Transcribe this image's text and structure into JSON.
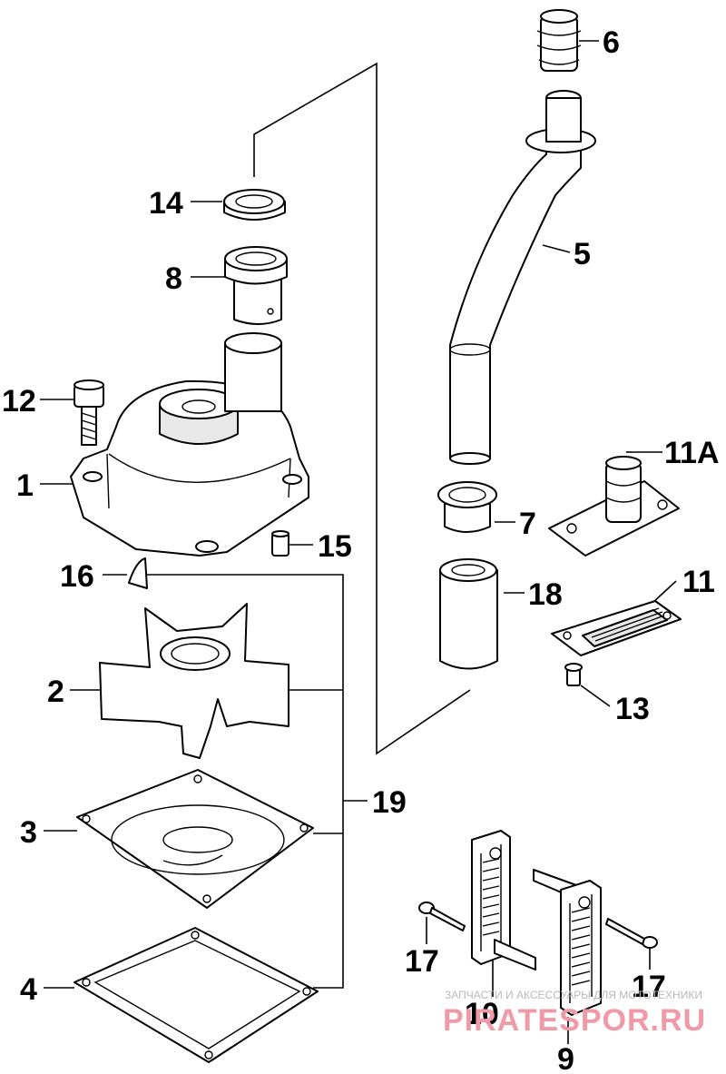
{
  "callouts": {
    "c1": "1",
    "c2": "2",
    "c3": "3",
    "c4": "4",
    "c5": "5",
    "c6": "6",
    "c7": "7",
    "c8": "8",
    "c9": "9",
    "c10": "10",
    "c11": "11",
    "c11a": "11A",
    "c12": "12",
    "c13": "13",
    "c14": "14",
    "c15": "15",
    "c16": "16",
    "c17a": "17",
    "c17b": "17",
    "c18": "18",
    "c19": "19"
  },
  "watermark": {
    "tagline": "ЗАПЧАСТИ И АКСЕССУАРЫ ДЛЯ МОТОТЕХНИКИ",
    "site": "PIRATESPOR.RU"
  }
}
